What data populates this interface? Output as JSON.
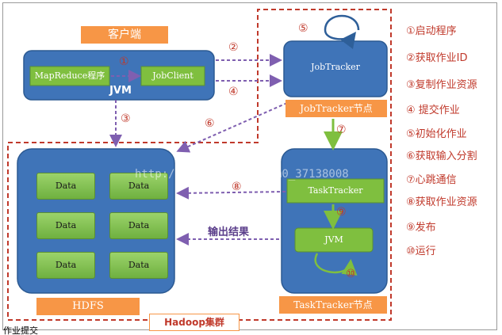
{
  "client": {
    "title": "客户端",
    "mapreduce": "MapReduce程序",
    "jobclient": "JobClient",
    "jvm": "JVM"
  },
  "jobtracker": {
    "box": "JobTracker",
    "node_label": "JobTracker节点"
  },
  "hdfs": {
    "label": "HDFS",
    "cells": [
      "Data",
      "Data",
      "Data",
      "Data",
      "Data",
      "Data"
    ]
  },
  "tasktracker": {
    "box": "TaskTracker",
    "jvm": "JVM",
    "node_label": "TaskTracker节点"
  },
  "cluster_label": "Hadoop集群",
  "output_label": "输出结果",
  "step_markers": [
    "①",
    "②",
    "③",
    "④",
    "⑤",
    "⑥",
    "⑦",
    "⑧",
    "⑨",
    "⑩"
  ],
  "legend": [
    "①启动程序",
    "②获取作业ID",
    "③复制作业资源",
    "④ 提交作业",
    "⑤初始化作业",
    "⑥获取输入分割",
    "⑦心跳通信",
    "⑧获取作业资源",
    "⑨发布",
    "⑩运行"
  ],
  "watermark": "http://blog.csdn.net/m0_37138008",
  "footer_text": "作业提交"
}
